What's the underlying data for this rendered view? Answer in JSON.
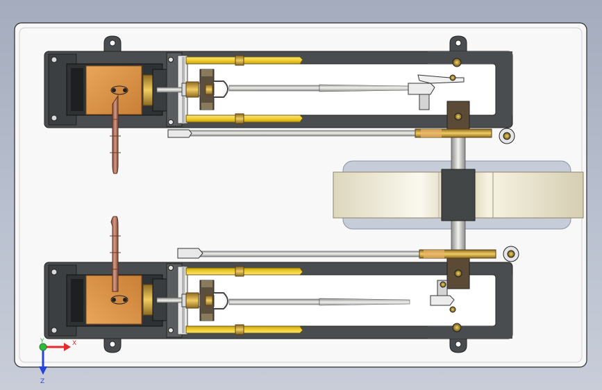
{
  "viewport": {
    "background_top": "#a4acbd",
    "background_bottom": "#c8cdd8"
  },
  "model": {
    "base_plate_color": "#f7f7f8",
    "frame_color": "#4a4d4f",
    "cylinder_color": "#d9964a",
    "slide_bar_color": "#f3d235",
    "rod_color": "#d4d4d0",
    "flywheel_color": "#ece6cf",
    "brass_color": "#c9a13e",
    "copper_pipe_color": "#b0735d"
  },
  "triad": {
    "x_axis_label": "X",
    "y_axis_label": "Y",
    "z_axis_label": "Z",
    "x_axis_color": "#e32b2b",
    "y_axis_color": "#2dbb3a",
    "z_axis_color": "#2744d6"
  }
}
